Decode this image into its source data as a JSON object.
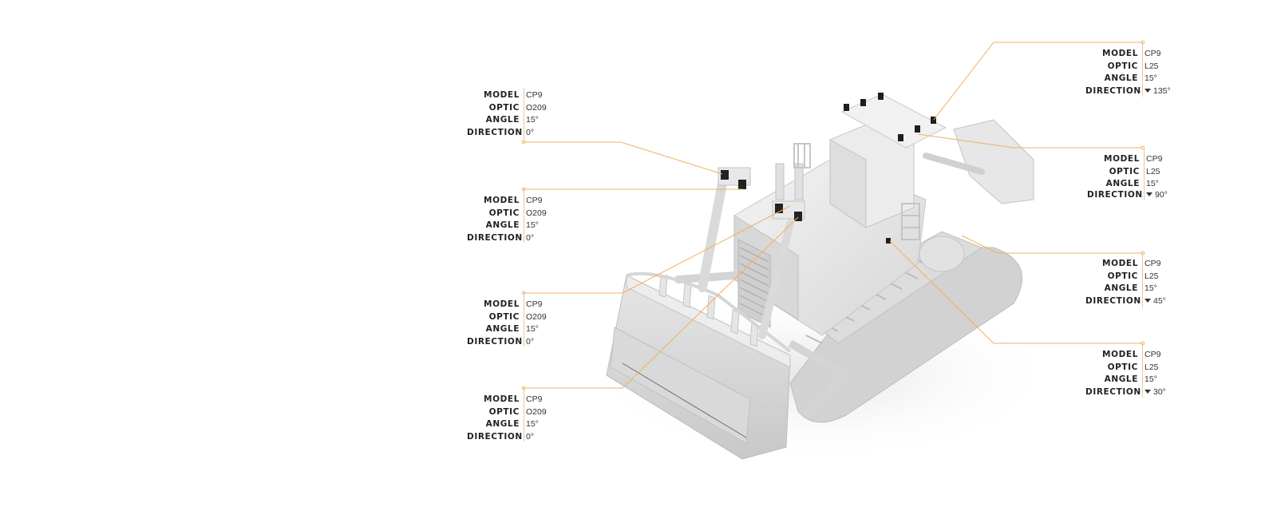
{
  "diagram": {
    "subject": "bulldozer-3d-render",
    "accent_color": "#f0a848",
    "field_labels": {
      "model": "MODEL",
      "optic": "OPTIC",
      "angle": "ANGLE",
      "direction": "DIRECTION"
    },
    "callouts_left": [
      {
        "model": "CP9",
        "optic": "O209",
        "angle": "15°",
        "direction": "0°"
      },
      {
        "model": "CP9",
        "optic": "O209",
        "angle": "15°",
        "direction": "0°"
      },
      {
        "model": "CP9",
        "optic": "O209",
        "angle": "15°",
        "direction": "0°"
      },
      {
        "model": "CP9",
        "optic": "O209",
        "angle": "15°",
        "direction": "0°"
      }
    ],
    "callouts_right": [
      {
        "model": "CP9",
        "optic": "L25",
        "angle": "15°",
        "direction": "135°"
      },
      {
        "model": "CP9",
        "optic": "L25",
        "angle": "15°",
        "direction": "90°"
      },
      {
        "model": "CP9",
        "optic": "L25",
        "angle": "15°",
        "direction": "45°"
      },
      {
        "model": "CP9",
        "optic": "L25",
        "angle": "15°",
        "direction": "30°"
      }
    ]
  }
}
